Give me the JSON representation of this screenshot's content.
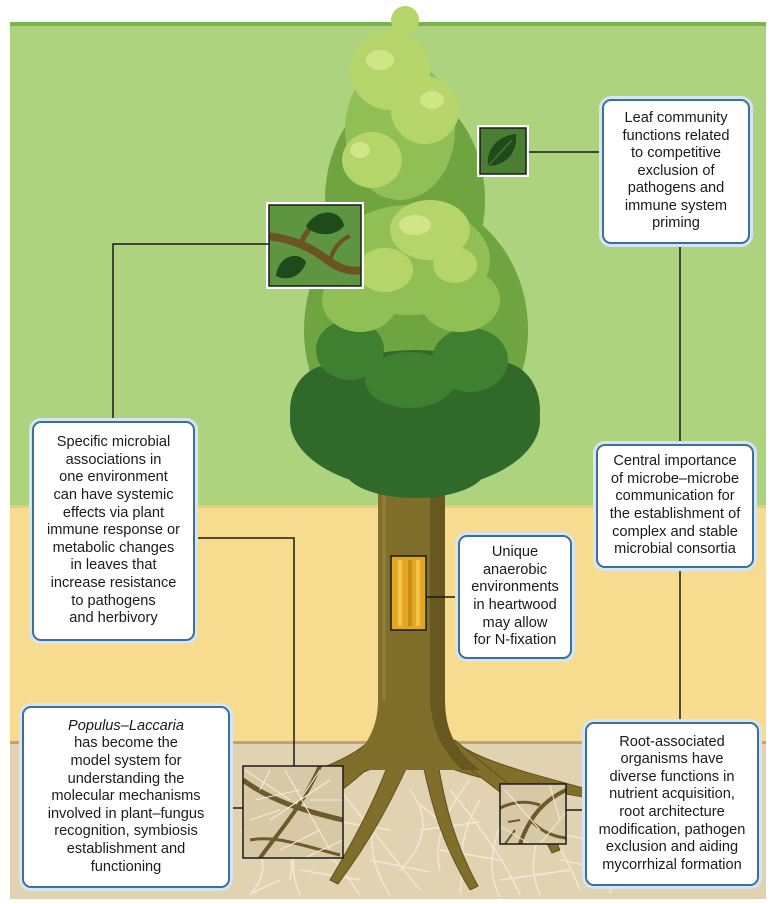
{
  "callouts": {
    "leaf": {
      "lines": [
        "Leaf community",
        "functions related",
        "to competitive",
        "exclusion of",
        "pathogens and",
        "immune system",
        "priming"
      ]
    },
    "systemic": {
      "lines": [
        "Specific microbial",
        "associations in",
        "one environment",
        "can have systemic",
        "effects via plant",
        "immune response or",
        "metabolic changes",
        "in leaves that",
        "increase resistance",
        "to pathogens",
        "and herbivory"
      ]
    },
    "heartwood": {
      "lines": [
        "Unique",
        "anaerobic",
        "environments",
        "in heartwood",
        "may allow",
        "for N-fixation"
      ]
    },
    "central": {
      "lines": [
        "Central importance",
        "of microbe–microbe",
        "communication for",
        "the establishment of",
        "complex and stable",
        "microbial consortia"
      ]
    },
    "populus": {
      "title_italic": "Populus–Laccaria",
      "lines": [
        "has become the",
        "model system for",
        "understanding the",
        "molecular mechanisms",
        "involved in plant–fungus",
        "recognition, symbiosis",
        "establishment and",
        "functioning"
      ]
    },
    "root": {
      "lines": [
        "Root-associated",
        "organisms have",
        "diverse functions in",
        "nutrient acquisition,",
        "root architecture",
        "modification, pathogen",
        "exclusion and aiding",
        "mycorrhizal formation"
      ]
    }
  },
  "colors": {
    "sky": "#add37f",
    "sky_top_border": "#7ab44a",
    "trunk_zone": "#f7dc8f",
    "soil": "#e1d3b2",
    "trunk": "#7f6f2a",
    "trunk_dark": "#5f5220",
    "foliage_light": "#b5d56a",
    "foliage_mid": "#6ea540",
    "foliage_dark": "#2f6a2a",
    "callout_border": "#3f6f97",
    "callout_glow": "#d4e6f4",
    "connector": "#1a1a1a",
    "heartwood": "#e3a822"
  },
  "icons": {
    "leaf_inset": "single-leaf-icon",
    "branch_inset": "branch-with-leaves-icon",
    "heartwood_inset": "heartwood-cylinder-icon",
    "root_inset_left": "mycorrhizal-roots-icon",
    "root_inset_right": "root-tips-icon"
  }
}
